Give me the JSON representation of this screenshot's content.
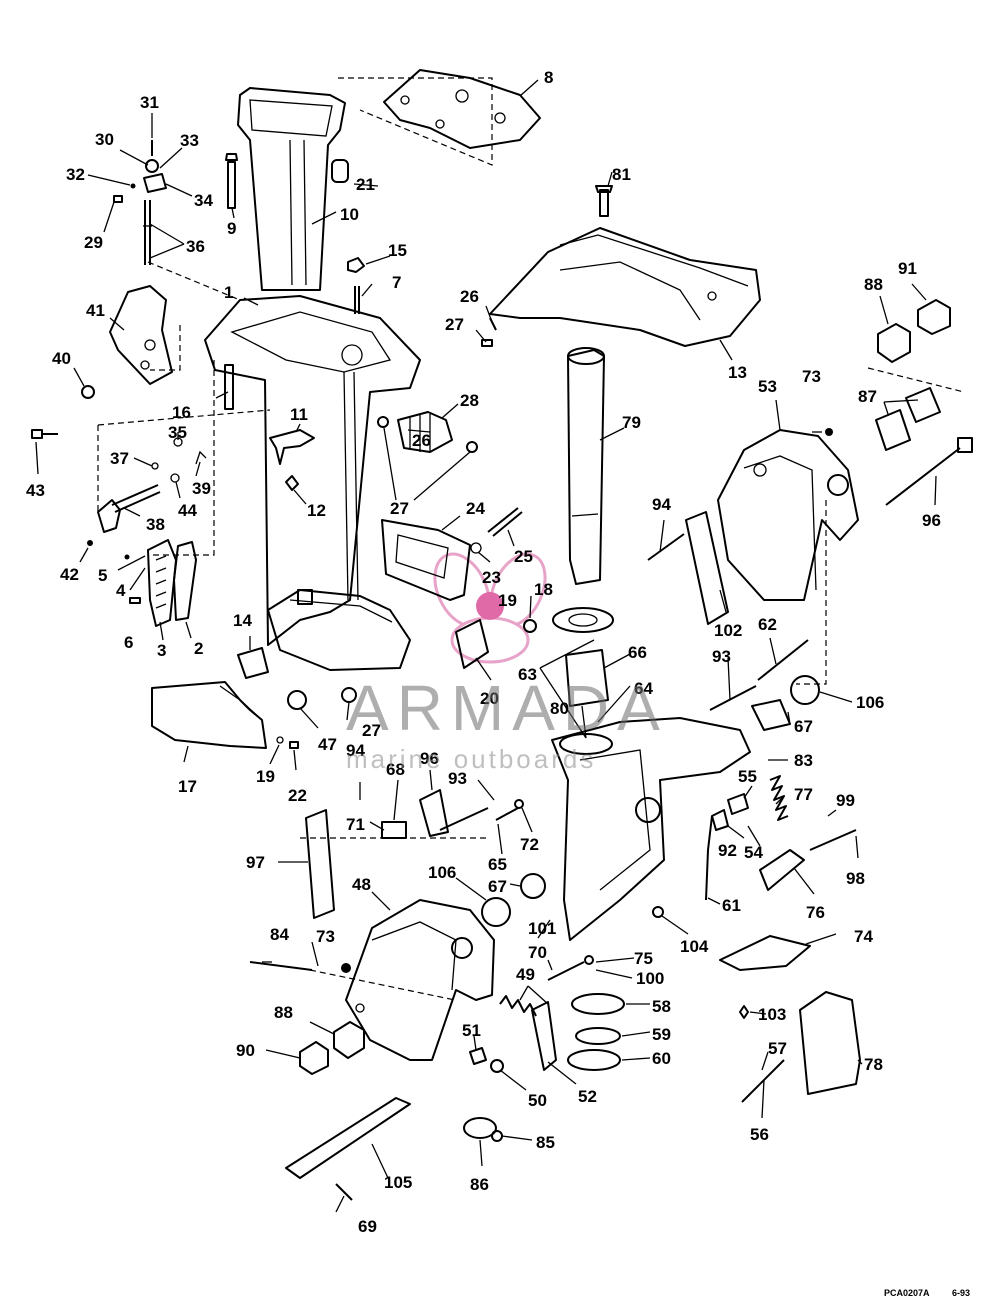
{
  "footer": {
    "drawing_code": "PCA0207A",
    "date": "6-93"
  },
  "watermark": {
    "name": "ARMADA",
    "tagline": "marine outboards",
    "logo_color": "#e8a3c9",
    "logo_dot_color": "#e06aa8"
  },
  "callouts": [
    "1",
    "2",
    "3",
    "4",
    "5",
    "6",
    "7",
    "8",
    "9",
    "10",
    "11",
    "12",
    "13",
    "14",
    "15",
    "16",
    "17",
    "18",
    "19",
    "19",
    "20",
    "21",
    "22",
    "23",
    "24",
    "25",
    "26",
    "26",
    "27",
    "27",
    "27",
    "28",
    "29",
    "30",
    "31",
    "32",
    "33",
    "34",
    "35",
    "36",
    "37",
    "38",
    "39",
    "40",
    "41",
    "42",
    "43",
    "44",
    "47",
    "48",
    "49",
    "50",
    "51",
    "52",
    "53",
    "54",
    "55",
    "56",
    "57",
    "58",
    "59",
    "60",
    "61",
    "62",
    "63",
    "64",
    "65",
    "66",
    "67",
    "67",
    "68",
    "69",
    "70",
    "71",
    "72",
    "73",
    "73",
    "74",
    "75",
    "76",
    "77",
    "78",
    "79",
    "80",
    "81",
    "83",
    "84",
    "85",
    "86",
    "87",
    "88",
    "88",
    "90",
    "91",
    "92",
    "93",
    "93",
    "94",
    "94",
    "96",
    "96",
    "97",
    "98",
    "99",
    "100",
    "101",
    "102",
    "103",
    "104",
    "105",
    "106",
    "106"
  ]
}
